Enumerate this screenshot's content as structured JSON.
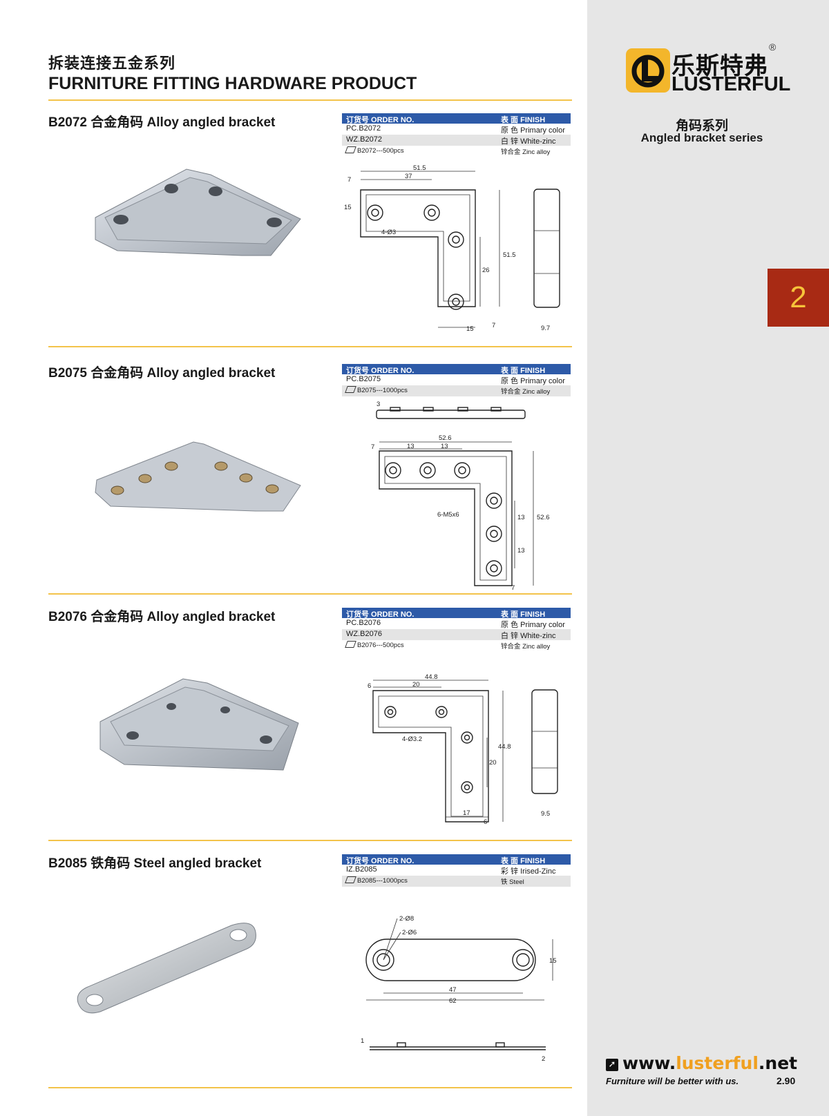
{
  "header": {
    "title_cn": "拆装连接五金系列",
    "title_en": "FURNITURE FITTING HARDWARE PRODUCT"
  },
  "brand": {
    "name_cn": "乐斯特弗",
    "name_en": "LUSTERFUL",
    "registered": "®",
    "logo_icon": "lusterful-logo-icon"
  },
  "sidebar": {
    "series_cn": "角码系列",
    "series_en": "Angled bracket series",
    "tab_number": "2"
  },
  "footer": {
    "url_prefix": "www.",
    "url_brand": "lusterful",
    "url_suffix": ".net",
    "slogan": "Furniture will be better with us.",
    "page_number": "2.90"
  },
  "table_headers": {
    "order": "订货号 ORDER NO.",
    "finish": "表 面 FINISH"
  },
  "products": [
    {
      "title": "B2072 合金角码 Alloy angled bracket",
      "rows": [
        {
          "order": "PC.B2072",
          "finish": "原 色 Primary color"
        },
        {
          "order": "WZ.B2072",
          "finish": "白 锌 White-zinc"
        }
      ],
      "pack": "B2072---500pcs",
      "material": "锌合金 Zinc alloy",
      "dims": [
        "51.5",
        "37",
        "7",
        "15",
        "4-Ø3",
        "51.5",
        "26",
        "15",
        "7",
        "9.7"
      ]
    },
    {
      "title": "B2075  合金角码 Alloy angled bracket",
      "rows": [
        {
          "order": "PC.B2075",
          "finish": "原 色 Primary color"
        }
      ],
      "pack": "B2075---1000pcs",
      "material": "锌合金 Zinc alloy",
      "dims": [
        "3",
        "52.6",
        "7",
        "13",
        "13",
        "6-M5x6",
        "13",
        "52.6",
        "13",
        "7"
      ]
    },
    {
      "title": "B2076 合金角码 Alloy angled bracket",
      "rows": [
        {
          "order": "PC.B2076",
          "finish": "原 色 Primary color"
        },
        {
          "order": "WZ.B2076",
          "finish": "白 锌 White-zinc"
        }
      ],
      "pack": "B2076---500pcs",
      "material": "锌合金 Zinc alloy",
      "dims": [
        "44.8",
        "6",
        "20",
        "4-Ø3.2",
        "44.8",
        "20",
        "17",
        "6",
        "9.5"
      ]
    },
    {
      "title": "B2085 铁角码 Steel angled bracket",
      "rows": [
        {
          "order": "IZ.B2085",
          "finish": "彩 锌 Irised-Zinc"
        }
      ],
      "pack": "B2085---1000pcs",
      "material": "铁 Steel",
      "dims": [
        "2-Ø8",
        "2-Ø6",
        "15",
        "47",
        "62",
        "1",
        "2"
      ]
    }
  ]
}
